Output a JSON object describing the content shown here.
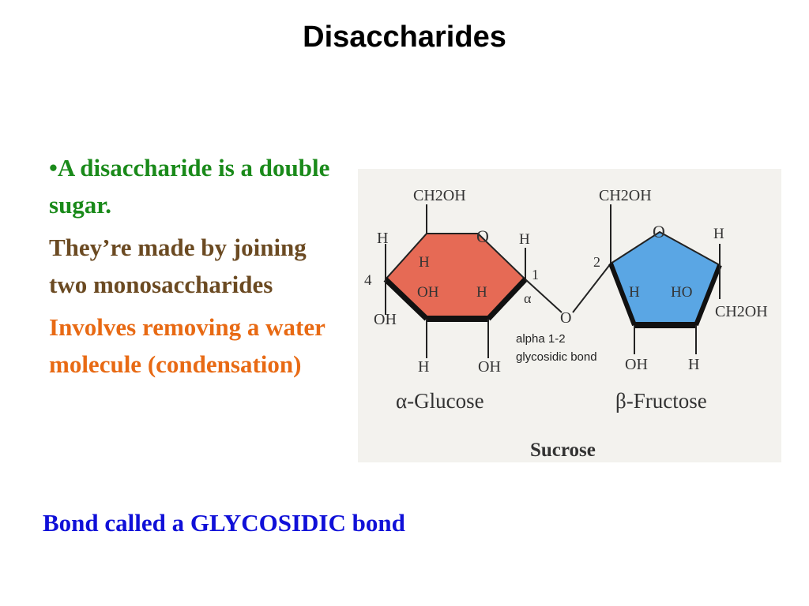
{
  "title": "Disaccharides",
  "colors": {
    "green": "#1a8a1a",
    "brown": "#6b4a22",
    "orange": "#e86a14",
    "blue": "#1010d8",
    "glucose_ring": "#e66a55",
    "fructose_ring": "#5aa6e4",
    "figure_bg": "#f3f2ee"
  },
  "bullets": {
    "point1": "•A disaccharide is a double sugar.",
    "point2": "They’re made by joining two monosaccharides",
    "point3": "Involves removing a water molecule (condensation)"
  },
  "bottom_text": "Bond called a GLYCOSIDIC bond",
  "figure": {
    "glucose": {
      "ch2oh_top": "CH2OH",
      "ring_o": "O",
      "h_left": "H",
      "h_inner": "H",
      "c4": "4",
      "oh_inner": "OH",
      "h_inner_right": "H",
      "oh_left": "OH",
      "h_bottom_left": "H",
      "oh_bottom": "OH",
      "h_right": "H",
      "c1": "1",
      "alpha": "α",
      "name": "α-Glucose"
    },
    "linkage": {
      "o": "O",
      "label_line1": "alpha 1-2",
      "label_line2": "glycosidic bond"
    },
    "fructose": {
      "ch2oh_top": "CH2OH",
      "ring_o": "O",
      "h_right_top": "H",
      "c2": "2",
      "h_inner": "H",
      "ho_inner": "HO",
      "ch2oh_right": "CH2OH",
      "oh_bottom": "OH",
      "h_bottom": "H",
      "name": "β-Fructose"
    },
    "caption": "Sucrose"
  }
}
